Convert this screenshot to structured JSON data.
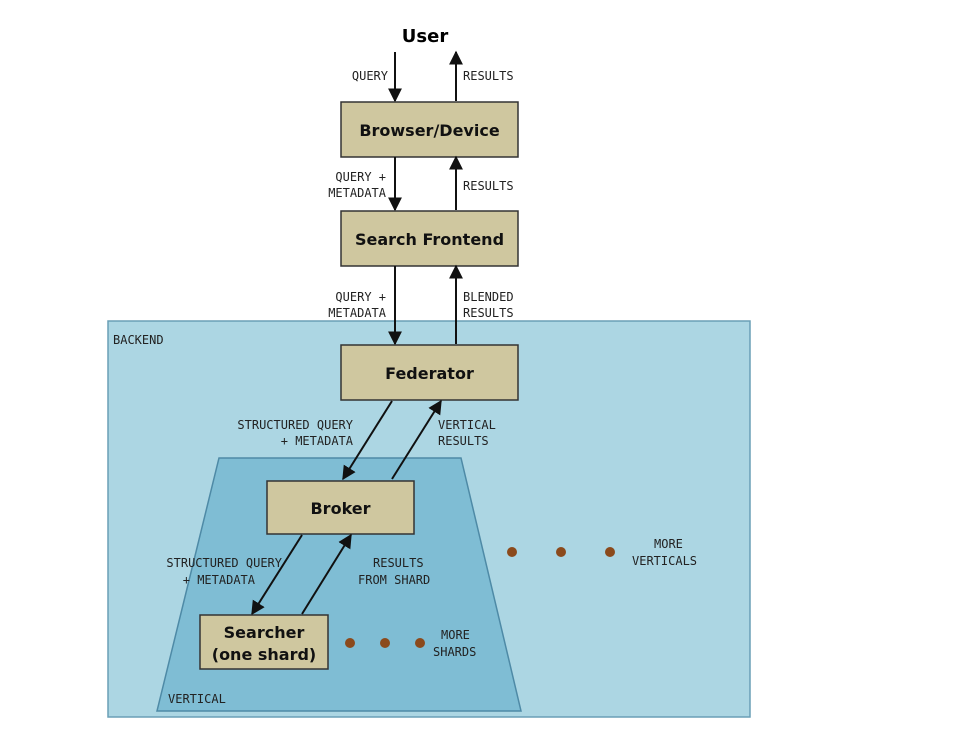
{
  "user_label": "User",
  "nodes": {
    "browser": "Browser/Device",
    "frontend": "Search Frontend",
    "federator": "Federator",
    "broker": "Broker",
    "searcher_line1": "Searcher",
    "searcher_line2": "(one shard)"
  },
  "regions": {
    "backend": "BACKEND",
    "vertical": "VERTICAL"
  },
  "edges": {
    "user_query": "QUERY",
    "user_results": "RESULTS",
    "browser_down_1": "QUERY +",
    "browser_down_2": "METADATA",
    "browser_up": "RESULTS",
    "frontend_down_1": "QUERY +",
    "frontend_down_2": "METADATA",
    "frontend_up_1": "BLENDED",
    "frontend_up_2": "RESULTS",
    "federator_down_1": "STRUCTURED QUERY",
    "federator_down_2": "+ METADATA",
    "federator_up_1": "VERTICAL",
    "federator_up_2": "RESULTS",
    "broker_down_1": "STRUCTURED QUERY",
    "broker_down_2": "+ METADATA",
    "broker_up_1": "RESULTS",
    "broker_up_2": "FROM SHARD"
  },
  "more": {
    "verticals_1": "MORE",
    "verticals_2": "VERTICALS",
    "shards_1": "MORE",
    "shards_2": "SHARDS"
  },
  "colors": {
    "node_fill": "#cfc79f",
    "backend_fill": "#acd6e3",
    "vertical_fill": "#7fbdd4",
    "dot": "#8b4a1c"
  }
}
